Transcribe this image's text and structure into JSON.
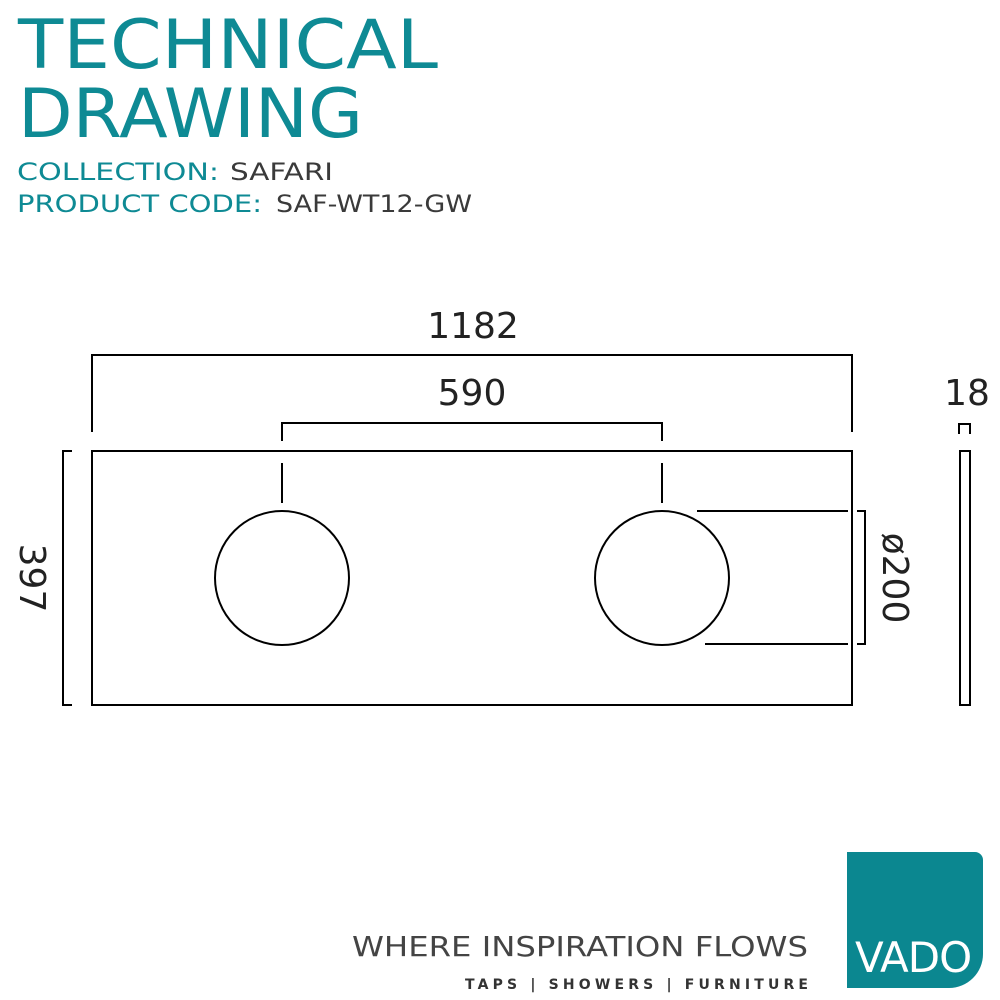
{
  "header": {
    "title_line1": "TECHNICAL",
    "title_line2": "DRAWING",
    "collection_label": "COLLECTION:",
    "collection_value": "SAFARI",
    "product_code_label": "PRODUCT CODE:",
    "product_code_value": "SAF-WT12-GW"
  },
  "drawing": {
    "overall_width": "1182",
    "hole_spacing": "590",
    "height": "397",
    "hole_diameter": "ø200",
    "depth": "18"
  },
  "footer": {
    "tagline": "WHERE INSPIRATION FLOWS",
    "categories": "TAPS | SHOWERS | FURNITURE",
    "logo_text": "VADO"
  },
  "colors": {
    "brand_teal": "#0e8a94"
  }
}
